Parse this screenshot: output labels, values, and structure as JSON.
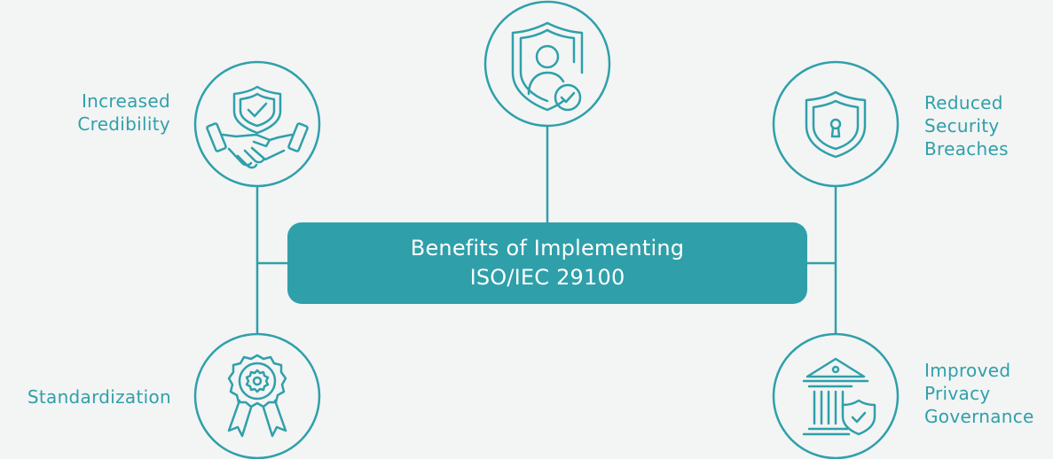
{
  "title": "Benefits of Implementing\nISO/IEC 29100",
  "benefits": [
    {
      "label": "Increased\nCredibility",
      "icon": "handshake-shield-icon"
    },
    {
      "label": "",
      "icon": "user-shield-check-icon"
    },
    {
      "label": "Reduced\nSecurity\nBreaches",
      "icon": "shield-lock-icon"
    },
    {
      "label": "Standardization",
      "icon": "gear-award-badge-icon"
    },
    {
      "label": "Improved\nPrivacy\nGovernance",
      "icon": "bank-shield-check-icon"
    }
  ],
  "colors": {
    "accent": "#2fa0aa",
    "background": "#f3f4f4",
    "title_text": "#ffffff"
  }
}
